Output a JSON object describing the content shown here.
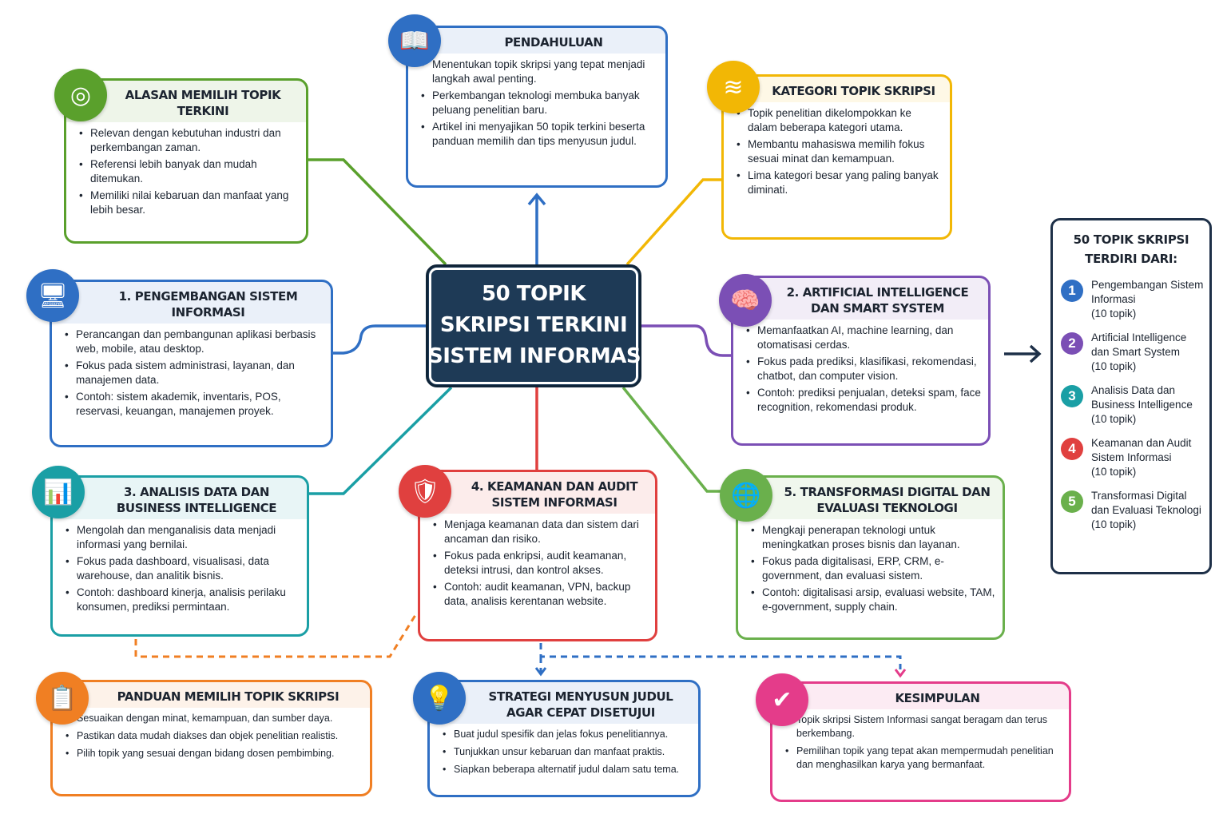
{
  "center_title": [
    "50 TOPIK",
    "SKRIPSI TERKINI",
    "SISTEM INFORMASI"
  ],
  "boxes": [
    {
      "id": "pendahuluan",
      "title": "PENDAHULUAN",
      "color": "#2f6fc4",
      "icon": "book-icon",
      "glyph": "📖",
      "bullets": [
        "Menentukan topik skripsi yang tepat menjadi langkah awal penting.",
        "Perkembangan teknologi membuka banyak peluang penelitian baru.",
        "Artikel ini menyajikan 50 topik terkini beserta panduan memilih dan tips menyusun judul."
      ]
    },
    {
      "id": "alasan",
      "title": "ALASAN MEMILIH TOPIK TERKINI",
      "color": "#5aa02c",
      "icon": "target-icon",
      "glyph": "◎",
      "bullets": [
        "Relevan dengan kebutuhan industri dan perkembangan zaman.",
        "Referensi lebih banyak dan mudah ditemukan.",
        "Memiliki nilai kebaruan dan manfaat yang lebih besar."
      ]
    },
    {
      "id": "kategori",
      "title": "KATEGORI TOPIK SKRIPSI",
      "color": "#f2b705",
      "icon": "layers-icon",
      "glyph": "≋",
      "bullets": [
        "Topik penelitian dikelompokkan ke dalam beberapa kategori utama.",
        "Membantu mahasiswa memilih fokus sesuai minat dan kemampuan.",
        "Lima kategori besar yang paling banyak diminati."
      ]
    },
    {
      "id": "pengembangan",
      "title": "1. PENGEMBANGAN SISTEM INFORMASI",
      "color": "#2f6fc4",
      "icon": "monitor-icon",
      "glyph": "🖥",
      "bullets": [
        "Perancangan dan pembangunan aplikasi berbasis web, mobile, atau desktop.",
        "Fokus pada sistem administrasi, layanan, dan manajemen data.",
        "Contoh: sistem akademik, inventaris, POS, reservasi, keuangan, manajemen proyek."
      ]
    },
    {
      "id": "ai",
      "title": "2. ARTIFICIAL INTELLIGENCE DAN SMART SYSTEM",
      "color": "#7b4fb5",
      "icon": "brain-icon",
      "glyph": "🧠",
      "bullets": [
        "Memanfaatkan AI, machine learning, dan otomatisasi cerdas.",
        "Fokus pada prediksi, klasifikasi, rekomendasi, chatbot, dan computer vision.",
        "Contoh: prediksi penjualan, deteksi spam, face recognition, rekomendasi produk."
      ]
    },
    {
      "id": "analisis",
      "title": "3. ANALISIS DATA DAN BUSINESS INTELLIGENCE",
      "color": "#1a9fa5",
      "icon": "bar-chart-icon",
      "glyph": "📊",
      "bullets": [
        "Mengolah dan menganalisis data menjadi informasi yang bernilai.",
        "Fokus pada dashboard, visualisasi, data warehouse, dan analitik bisnis.",
        "Contoh: dashboard kinerja, analisis perilaku konsumen, prediksi permintaan."
      ]
    },
    {
      "id": "keamanan",
      "title": "4. KEAMANAN DAN AUDIT SISTEM INFORMASI",
      "color": "#e0403f",
      "icon": "shield-lock-icon",
      "glyph": "🛡",
      "bullets": [
        "Menjaga keamanan data dan sistem dari ancaman dan risiko.",
        "Fokus pada enkripsi, audit keamanan, deteksi intrusi, dan kontrol akses.",
        "Contoh: audit keamanan, VPN, backup data, analisis kerentanan website."
      ]
    },
    {
      "id": "transformasi",
      "title": "5. TRANSFORMASI DIGITAL DAN EVALUASI TEKNOLOGI",
      "color": "#6ab04c",
      "icon": "globe-icon",
      "glyph": "🌐",
      "bullets": [
        "Mengkaji penerapan teknologi untuk meningkatkan proses bisnis dan layanan.",
        "Fokus pada digitalisasi, ERP, CRM, e-government, dan evaluasi sistem.",
        "Contoh: digitalisasi arsip, evaluasi website, TAM, e-government, supply chain."
      ]
    },
    {
      "id": "panduan",
      "title": "PANDUAN MEMILIH TOPIK SKRIPSI",
      "color": "#f07f23",
      "icon": "clipboard-icon",
      "glyph": "📋",
      "bullets": [
        "Sesuaikan dengan minat, kemampuan, dan sumber daya.",
        "Pastikan data mudah diakses dan objek penelitian realistis.",
        "Pilih topik yang sesuai dengan bidang dosen pembimbing."
      ]
    },
    {
      "id": "strategi",
      "title": "STRATEGI MENYUSUN JUDUL AGAR CEPAT DISETUJUI",
      "color": "#2f6fc4",
      "icon": "lightbulb-icon",
      "glyph": "💡",
      "bullets": [
        "Buat judul spesifik dan jelas fokus penelitiannya.",
        "Tunjukkan unsur kebaruan dan manfaat praktis.",
        "Siapkan beberapa alternatif judul dalam satu tema."
      ]
    },
    {
      "id": "kesimpulan",
      "title": "KESIMPULAN",
      "color": "#e43c8a",
      "icon": "check-circle-icon",
      "glyph": "✔",
      "bullets": [
        "Topik skripsi Sistem Informasi sangat beragam dan terus berkembang.",
        "Pemilihan topik yang tepat akan mempermudah penelitian dan menghasilkan karya yang bermanfaat."
      ]
    }
  ],
  "summary": {
    "title": "50 TOPIK SKRIPSI TERDIRI DARI:",
    "items": [
      {
        "num": "1",
        "label": "Pengembangan Sistem Informasi",
        "count": "(10 topik)",
        "color": "#2f6fc4"
      },
      {
        "num": "2",
        "label": "Artificial Intelligence dan Smart System",
        "count": "(10 topik)",
        "color": "#7b4fb5"
      },
      {
        "num": "3",
        "label": "Analisis Data dan Business Intelligence",
        "count": "(10 topik)",
        "color": "#1a9fa5"
      },
      {
        "num": "4",
        "label": "Keamanan dan Audit Sistem Informasi",
        "count": "(10 topik)",
        "color": "#e0403f"
      },
      {
        "num": "5",
        "label": "Transformasi Digital dan Evaluasi Teknologi",
        "count": "(10 topik)",
        "color": "#6ab04c"
      }
    ]
  }
}
